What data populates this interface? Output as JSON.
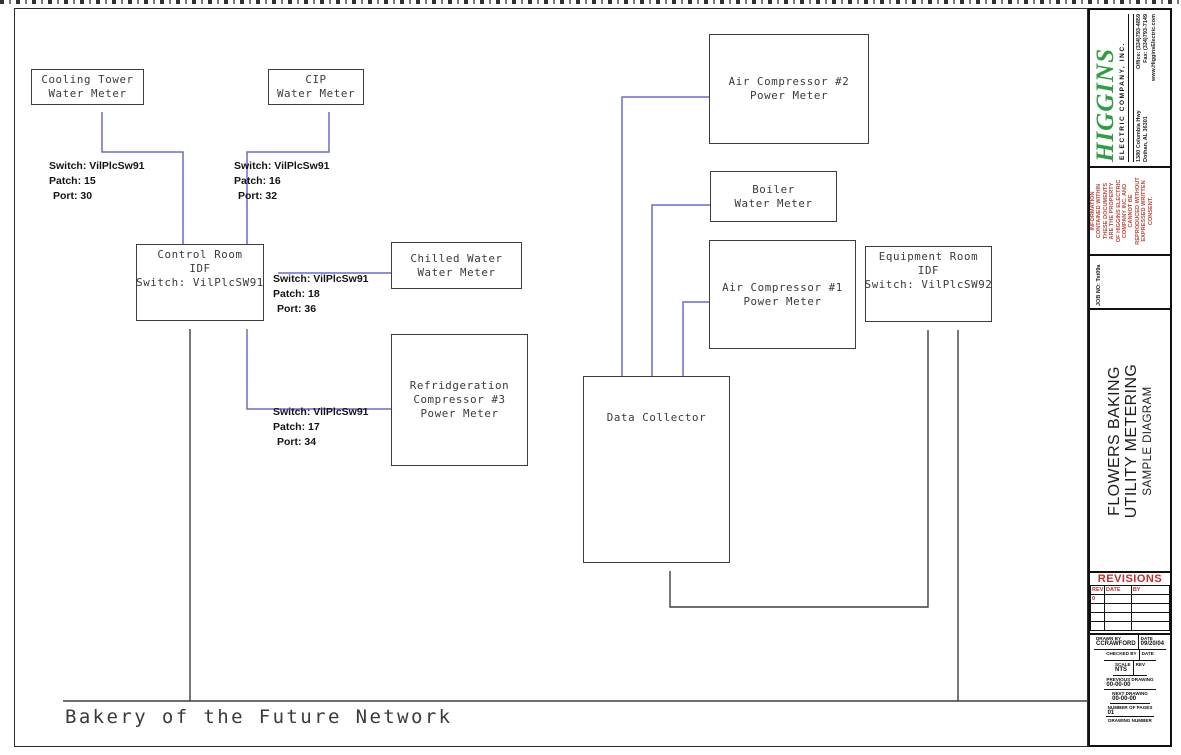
{
  "colors": {
    "wire_network_blue": "#6a6ad2",
    "wire_black": "#3f3f3f",
    "brand_green": "#2f9e41",
    "revision_red": "#c03028"
  },
  "diagram": {
    "caption": "Bakery of the Future Network",
    "nodes": {
      "cooling_tower": {
        "lines": [
          "Cooling Tower",
          "Water Meter"
        ]
      },
      "cip": {
        "lines": [
          "CIP",
          "Water Meter"
        ]
      },
      "control_room": {
        "lines": [
          "Control Room",
          "IDF",
          "Switch: VilPlcSW91"
        ]
      },
      "chilled_water": {
        "lines": [
          "Chilled Water",
          "Water Meter"
        ]
      },
      "refridgeration": {
        "lines": [
          "Refridgeration",
          "Compressor #3",
          "Power Meter"
        ]
      },
      "air_compressor_2": {
        "lines": [
          "Air Compressor #2",
          "Power Meter"
        ]
      },
      "boiler": {
        "lines": [
          "Boiler",
          "Water Meter"
        ]
      },
      "air_compressor_1": {
        "lines": [
          "Air Compressor #1",
          "Power Meter"
        ]
      },
      "equipment_room": {
        "lines": [
          "Equipment Room",
          "IDF",
          "Switch: VilPlcSW92"
        ]
      },
      "data_collector": {
        "lines": [
          "Data Collector"
        ]
      }
    },
    "connection_labels": [
      {
        "lines": [
          "Switch: VilPlcSw91",
          "Patch: 15",
          "Port: 30"
        ]
      },
      {
        "lines": [
          "Switch: VilPlcSw91",
          "Patch: 16",
          "Port: 32"
        ]
      },
      {
        "lines": [
          "Switch: VilPlcSw91",
          "Patch: 18",
          "Port: 36"
        ]
      },
      {
        "lines": [
          "Switch: VilPlcSw91",
          "Patch: 17",
          "Port: 34"
        ]
      }
    ]
  },
  "title_block": {
    "company": {
      "name": "HIGGINS",
      "subtitle": "ELECTRIC COMPANY, INC.",
      "office": "Office: (334)793-4859",
      "fax": "Fax: (334)793-7149",
      "address1": "1380 Columbia Hwy",
      "address2": "Dothan, AL 36301",
      "website": "www.HigginsElectric.com"
    },
    "notice": "INFORMATION\nCONTAINED WITHIN\nTHESE DOCUMENTS\nARE THE PROPERTY\nOF HIGGINS ELECTRIC\nCOMPANY INC. AND\nCANNOT BE\nREPRODUCED WITHOUT\nEXPRESSED WRITTEN\nCONSENT.",
    "job_no": "JOB NO: Tst09a",
    "drawing_title": [
      "FLOWERS BAKING",
      "UTILITY METERING",
      "SAMPLE DIAGRAM"
    ],
    "revisions": {
      "title": "REVISIONS",
      "columns": [
        "REV",
        "DATE",
        "BY"
      ],
      "first_rev": "0"
    },
    "fields": {
      "drawn_by_label": "DRAWN BY",
      "drawn_by": "CCRAWFORD",
      "drawn_date_label": "DATE",
      "drawn_date": "09/20/04",
      "checked_by_label": "CHECKED BY",
      "checked_date_label": "DATE",
      "scale_label": "SCALE",
      "scale": "NTS",
      "rev_label": "REV",
      "prev_label": "PREVIOUS DRAWING",
      "prev": "00-00-00",
      "next_label": "NEXT DRAWING",
      "next": "00-00-00",
      "pages_label": "NUMBER OF PAGES",
      "pages": "01",
      "dwg_label": "DRAWING NUMBER"
    }
  }
}
